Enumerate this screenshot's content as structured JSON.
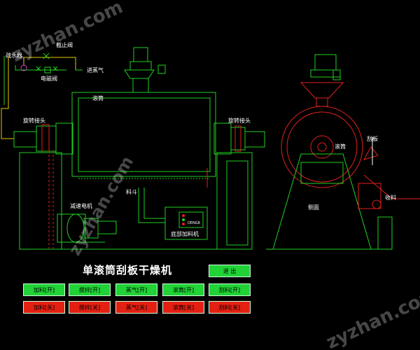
{
  "watermark": "zyzhan.com",
  "colors": {
    "on": "#21d336",
    "off": "#e42013",
    "line": "#20d020",
    "red": "#e02020",
    "yellow": "#e8c800"
  },
  "labels": {
    "steam_trap": "疏水器",
    "shutoff_valve": "截止阀",
    "inlet_steam": "进蒸气",
    "solenoid_valve": "电磁阀",
    "rotary_joint_left": "旋转接头",
    "rotary_joint_right": "旋转接头",
    "drum": "滚筒",
    "hopper": "料斗",
    "motor": "减速电机",
    "feeder": "底部加料机",
    "drum_side": "滚筒",
    "scraper": "刮板",
    "side_view": "侧面",
    "discharge": "收料",
    "feeder_panel": "DENG8"
  },
  "title": "单滚筒刮板干燥机",
  "exit_label": "退 出",
  "buttons_on": [
    "加料[开]",
    "搅拌[开]",
    "蒸气[开]",
    "滚筒[开]",
    "刮料[开]"
  ],
  "buttons_off": [
    "加料[关]",
    "搅拌[关]",
    "蒸气[关]",
    "滚筒[关]",
    "刮料[关]"
  ]
}
